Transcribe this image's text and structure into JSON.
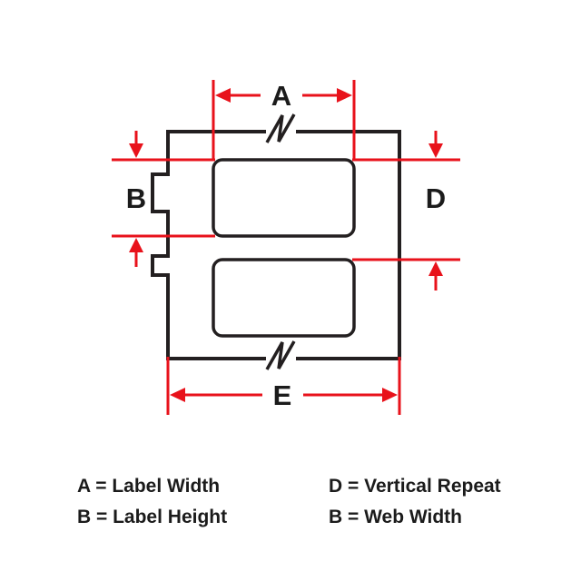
{
  "colors": {
    "dimension_red": "#e8121b",
    "outline_black": "#231f20",
    "text_black": "#1b1b1b"
  },
  "diagram": {
    "letters": {
      "a": "A",
      "b": "B",
      "d": "D",
      "e": "E"
    }
  },
  "legend": {
    "items": [
      "A = Label Width",
      "B = Label Height",
      "D = Vertical Repeat",
      "B = Web Width"
    ]
  }
}
